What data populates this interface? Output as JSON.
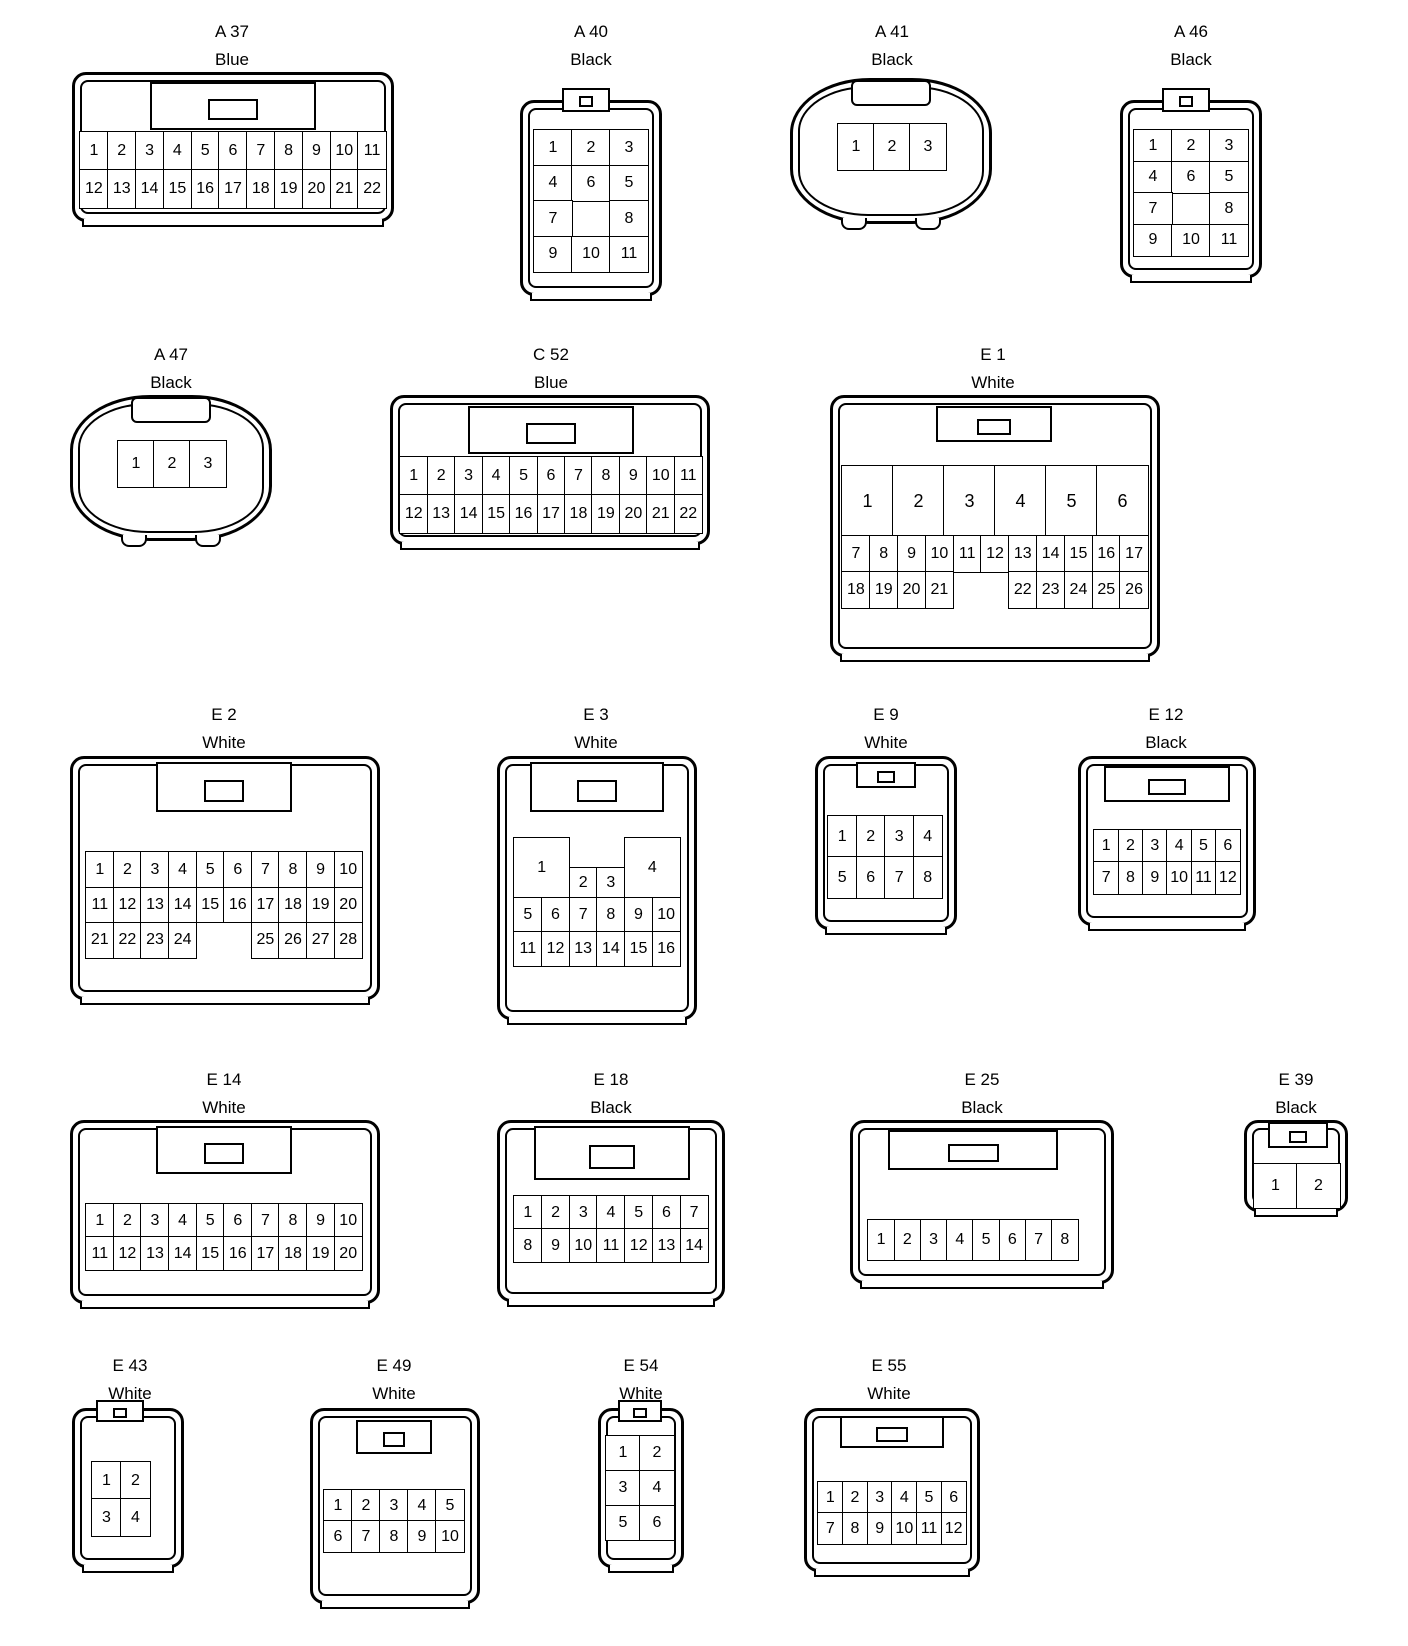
{
  "connectors": [
    {
      "id": "A 37",
      "color": "Blue",
      "cols": 11,
      "rows": [
        [
          "1",
          "2",
          "3",
          "4",
          "5",
          "6",
          "7",
          "8",
          "9",
          "10",
          "11"
        ],
        [
          "12",
          "13",
          "14",
          "15",
          "16",
          "17",
          "18",
          "19",
          "20",
          "21",
          "22"
        ]
      ]
    },
    {
      "id": "A 40",
      "color": "Black",
      "cols": 3,
      "rows": [
        [
          "1",
          "2",
          "3"
        ],
        [
          "4",
          "6",
          "5"
        ],
        [
          "7",
          "",
          "8"
        ],
        [
          "9",
          "10",
          "11"
        ]
      ]
    },
    {
      "id": "A 41",
      "color": "Black",
      "cols": 3,
      "rows": [
        [
          "1",
          "2",
          "3"
        ]
      ]
    },
    {
      "id": "A 46",
      "color": "Black",
      "cols": 3,
      "rows": [
        [
          "1",
          "2",
          "3"
        ],
        [
          "4",
          "6",
          "5"
        ],
        [
          "7",
          "",
          "8"
        ],
        [
          "9",
          "10",
          "11"
        ]
      ]
    },
    {
      "id": "A 47",
      "color": "Black",
      "cols": 3,
      "rows": [
        [
          "1",
          "2",
          "3"
        ]
      ]
    },
    {
      "id": "C 52",
      "color": "Blue",
      "cols": 11,
      "rows": [
        [
          "1",
          "2",
          "3",
          "4",
          "5",
          "6",
          "7",
          "8",
          "9",
          "10",
          "11"
        ],
        [
          "12",
          "13",
          "14",
          "15",
          "16",
          "17",
          "18",
          "19",
          "20",
          "21",
          "22"
        ]
      ]
    },
    {
      "id": "E 1",
      "color": "White",
      "cols": 11,
      "rows": [
        [
          "1",
          "2",
          "3",
          "4",
          "5",
          "6"
        ],
        [
          "7",
          "8",
          "9",
          "10",
          "11",
          "12",
          "13",
          "14",
          "15",
          "16",
          "17"
        ],
        [
          "18",
          "19",
          "20",
          "21",
          "",
          "22",
          "23",
          "24",
          "25",
          "26"
        ]
      ]
    },
    {
      "id": "E 2",
      "color": "White",
      "cols": 10,
      "rows": [
        [
          "1",
          "2",
          "3",
          "4",
          "5",
          "6",
          "7",
          "8",
          "9",
          "10"
        ],
        [
          "11",
          "12",
          "13",
          "14",
          "15",
          "16",
          "17",
          "18",
          "19",
          "20"
        ],
        [
          "21",
          "22",
          "23",
          "24",
          "",
          "",
          "25",
          "26",
          "27",
          "28"
        ]
      ]
    },
    {
      "id": "E 3",
      "color": "White",
      "cols": 6,
      "rows": [
        [
          "1",
          "2",
          "3",
          "4"
        ],
        [
          "5",
          "6",
          "7",
          "8",
          "9",
          "10"
        ],
        [
          "11",
          "12",
          "13",
          "14",
          "15",
          "16"
        ]
      ]
    },
    {
      "id": "E 9",
      "color": "White",
      "cols": 4,
      "rows": [
        [
          "1",
          "2",
          "3",
          "4"
        ],
        [
          "5",
          "6",
          "7",
          "8"
        ]
      ]
    },
    {
      "id": "E 12",
      "color": "Black",
      "cols": 6,
      "rows": [
        [
          "1",
          "2",
          "3",
          "4",
          "5",
          "6"
        ],
        [
          "7",
          "8",
          "9",
          "10",
          "11",
          "12"
        ]
      ]
    },
    {
      "id": "E 14",
      "color": "White",
      "cols": 10,
      "rows": [
        [
          "1",
          "2",
          "3",
          "4",
          "5",
          "6",
          "7",
          "8",
          "9",
          "10"
        ],
        [
          "11",
          "12",
          "13",
          "14",
          "15",
          "16",
          "17",
          "18",
          "19",
          "20"
        ]
      ]
    },
    {
      "id": "E 18",
      "color": "Black",
      "cols": 7,
      "rows": [
        [
          "1",
          "2",
          "3",
          "4",
          "5",
          "6",
          "7"
        ],
        [
          "8",
          "9",
          "10",
          "11",
          "12",
          "13",
          "14"
        ]
      ]
    },
    {
      "id": "E 25",
      "color": "Black",
      "cols": 8,
      "rows": [
        [
          "1",
          "2",
          "3",
          "4",
          "5",
          "6",
          "7",
          "8"
        ]
      ]
    },
    {
      "id": "E 39",
      "color": "Black",
      "cols": 2,
      "rows": [
        [
          "1",
          "2"
        ]
      ]
    },
    {
      "id": "E 43",
      "color": "White",
      "cols": 2,
      "rows": [
        [
          "1",
          "2"
        ],
        [
          "3",
          "4"
        ]
      ]
    },
    {
      "id": "E 49",
      "color": "White",
      "cols": 5,
      "rows": [
        [
          "1",
          "2",
          "3",
          "4",
          "5"
        ],
        [
          "6",
          "7",
          "8",
          "9",
          "10"
        ]
      ]
    },
    {
      "id": "E 54",
      "color": "White",
      "cols": 2,
      "rows": [
        [
          "1",
          "2"
        ],
        [
          "3",
          "4"
        ],
        [
          "5",
          "6"
        ]
      ]
    },
    {
      "id": "E 55",
      "color": "White",
      "cols": 6,
      "rows": [
        [
          "1",
          "2",
          "3",
          "4",
          "5",
          "6"
        ],
        [
          "7",
          "8",
          "9",
          "10",
          "11",
          "12"
        ]
      ]
    }
  ]
}
